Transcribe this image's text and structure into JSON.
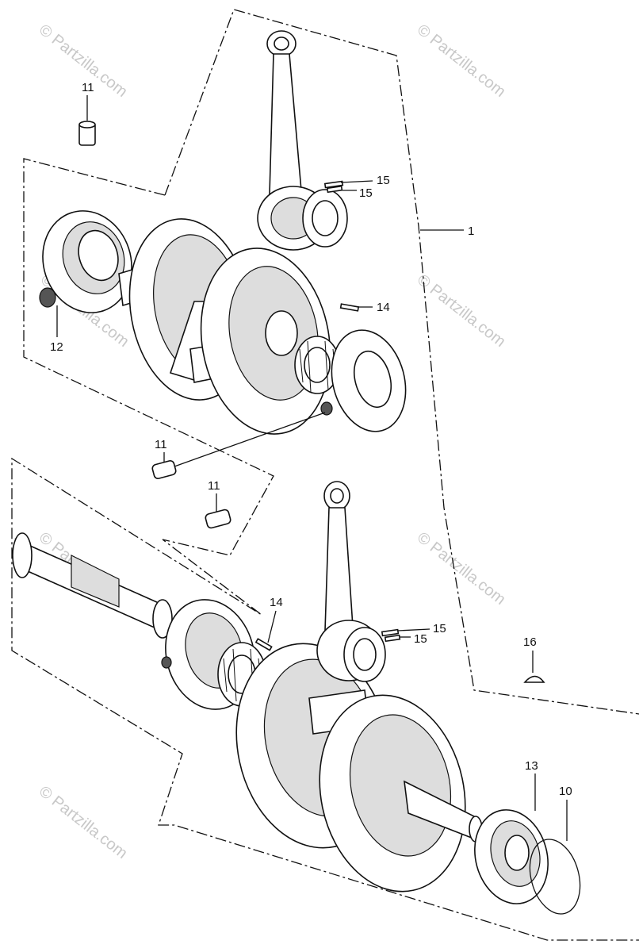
{
  "callouts": [
    {
      "id": "c1",
      "label": "1"
    },
    {
      "id": "c10",
      "label": "10"
    },
    {
      "id": "c11a",
      "label": "11"
    },
    {
      "id": "c11b",
      "label": "11"
    },
    {
      "id": "c11c",
      "label": "11"
    },
    {
      "id": "c12",
      "label": "12"
    },
    {
      "id": "c13",
      "label": "13"
    },
    {
      "id": "c14a",
      "label": "14"
    },
    {
      "id": "c14b",
      "label": "14"
    },
    {
      "id": "c15a",
      "label": "15"
    },
    {
      "id": "c15b",
      "label": "15"
    },
    {
      "id": "c15c",
      "label": "15"
    },
    {
      "id": "c15d",
      "label": "15"
    },
    {
      "id": "c16",
      "label": "16"
    }
  ],
  "watermark": {
    "text": "© Partzilla.com"
  },
  "colors": {
    "line": "#111111",
    "watermark": "#c8c8c8",
    "background": "#ffffff"
  }
}
